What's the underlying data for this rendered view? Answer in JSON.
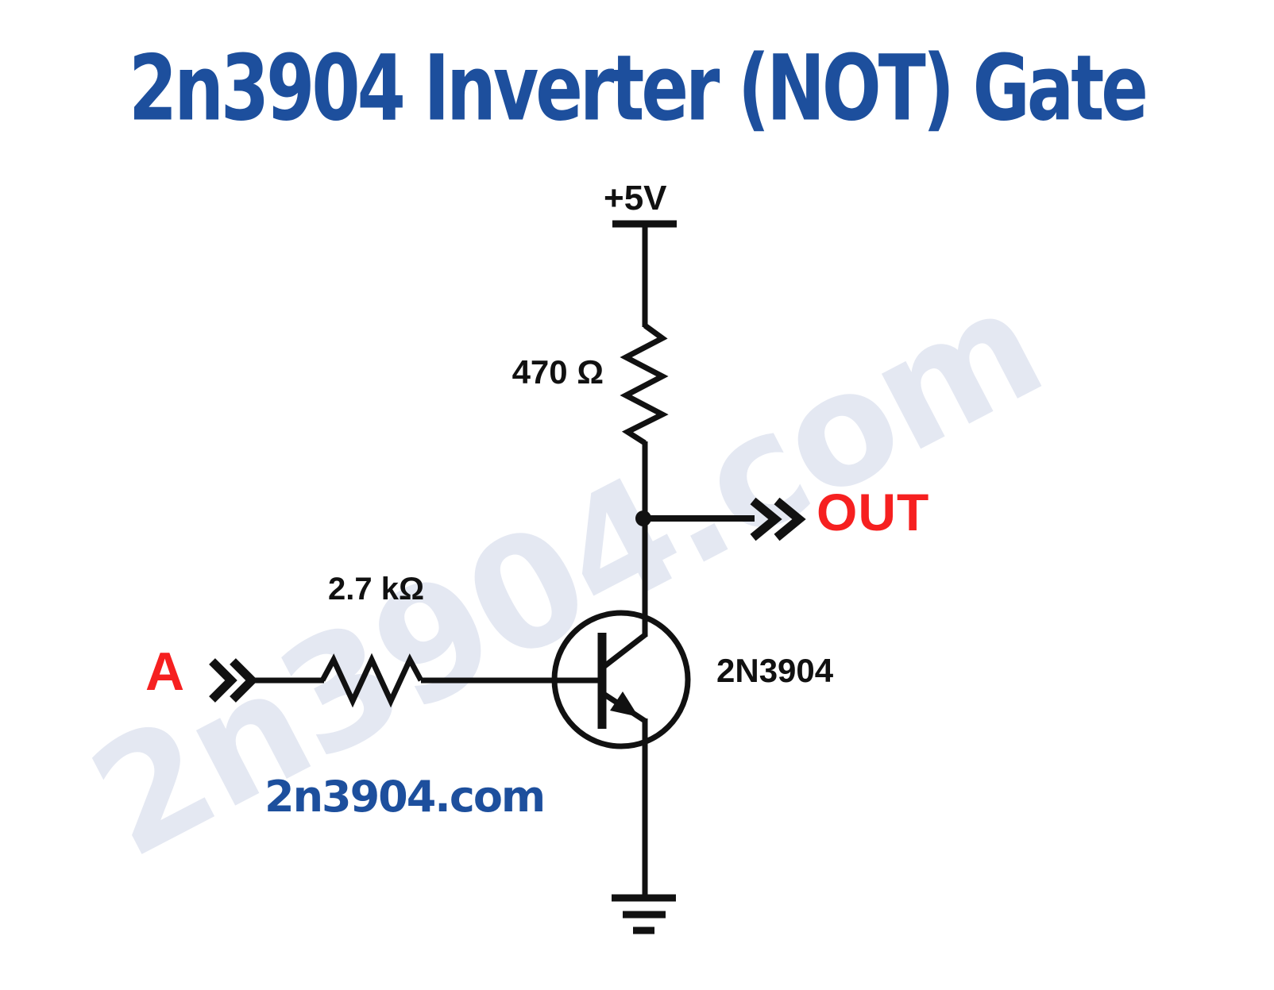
{
  "page": {
    "title": "2n3904 Inverter (NOT) Gate",
    "watermark_text": "2n3904.com",
    "site_text": "2n3904.com"
  },
  "colors": {
    "background": "#ffffff",
    "title_blue": "#1d4f9d",
    "wire_black": "#111111",
    "signal_red": "#f62020",
    "watermark_light_blue": "#e4e8f2"
  },
  "circuit": {
    "power_rail_label": "+5V",
    "collector_resistor_value": "470 Ω",
    "base_resistor_value": "2.7 kΩ",
    "input_label": "A",
    "output_label": "OUT",
    "transistor_part": "2N3904",
    "symbols": [
      "power-rail",
      "resistor-vertical",
      "junction-dot",
      "output-arrow",
      "input-arrow",
      "resistor-horizontal",
      "npn-transistor",
      "ground"
    ]
  }
}
